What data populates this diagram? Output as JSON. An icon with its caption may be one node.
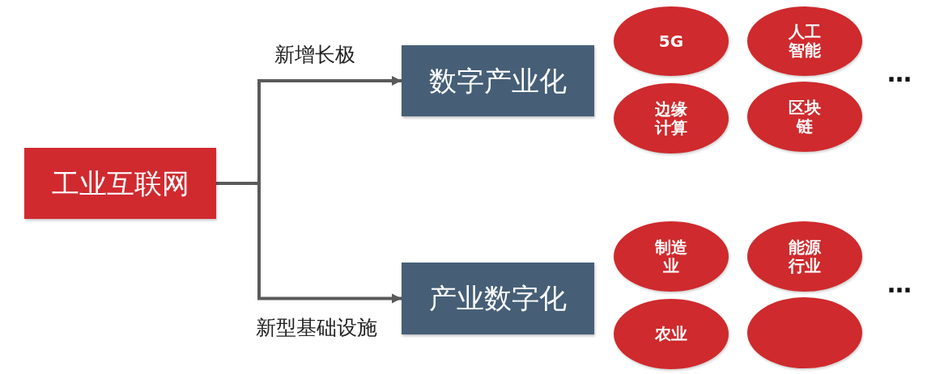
{
  "diagram": {
    "nodes": [
      {
        "text": [
          "工业互联网"
        ]
      },
      {
        "text": [
          "数字产业化"
        ]
      },
      {
        "text": [
          "5G"
        ]
      },
      {
        "text": [
          "人工智能"
        ]
      },
      {
        "text": [
          "边缘计算"
        ]
      },
      {
        "text": [
          "区块链"
        ]
      },
      {
        "text": [
          "产业数字化"
        ]
      },
      {
        "text": [
          "制造业"
        ]
      },
      {
        "text": [
          "能源行业"
        ]
      },
      {
        "text": [
          "农业"
        ]
      },
      {
        "text": [],
        "shape": "ellipse"
      }
    ],
    "edges": [
      {
        "from": 0,
        "to": 1,
        "arrow": "to",
        "label": "新增长极"
      },
      {
        "from": 0,
        "to": 6,
        "arrow": "to",
        "label": "新型基础设施"
      }
    ],
    "labels": [
      "…",
      "…"
    ]
  }
}
